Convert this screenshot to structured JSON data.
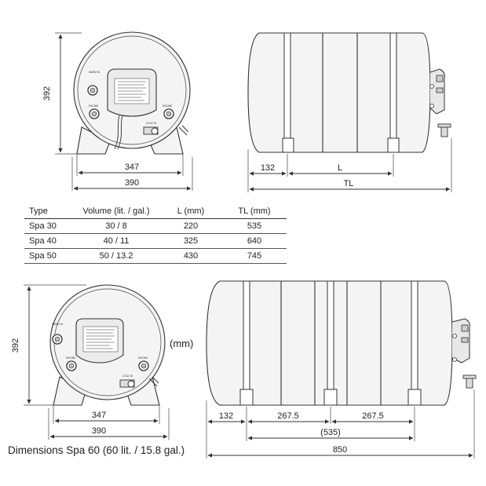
{
  "top_front": {
    "height": "392",
    "inner_width": "347",
    "outer_width": "390",
    "port_labels": [
      "WARM IN",
      "ENGINE",
      "ENGINE",
      "COLD IN"
    ]
  },
  "top_side": {
    "offset": "132",
    "length": "L",
    "total": "TL"
  },
  "table": {
    "headers": [
      "Type",
      "Volume (lit. / gal.)",
      "L (mm)",
      "TL (mm)"
    ],
    "rows": [
      [
        "Spa 30",
        "30 / 8",
        "220",
        "535"
      ],
      [
        "Spa 40",
        "40 / 11",
        "325",
        "640"
      ],
      [
        "Spa 50",
        "50 / 13.2",
        "430",
        "745"
      ]
    ]
  },
  "bottom_front": {
    "height": "392",
    "inner_width": "347",
    "outer_width": "390",
    "unit": "(mm)",
    "port_labels": [
      "WARM IN",
      "ENGINE",
      "ENGINE",
      "COLD IN"
    ]
  },
  "bottom_side": {
    "offset": "132",
    "seg1": "267.5",
    "seg2": "267.5",
    "mid_total": "(535)",
    "total": "850"
  },
  "caption": "Dimensions Spa 60 (60 lit. / 15.8 gal.)"
}
